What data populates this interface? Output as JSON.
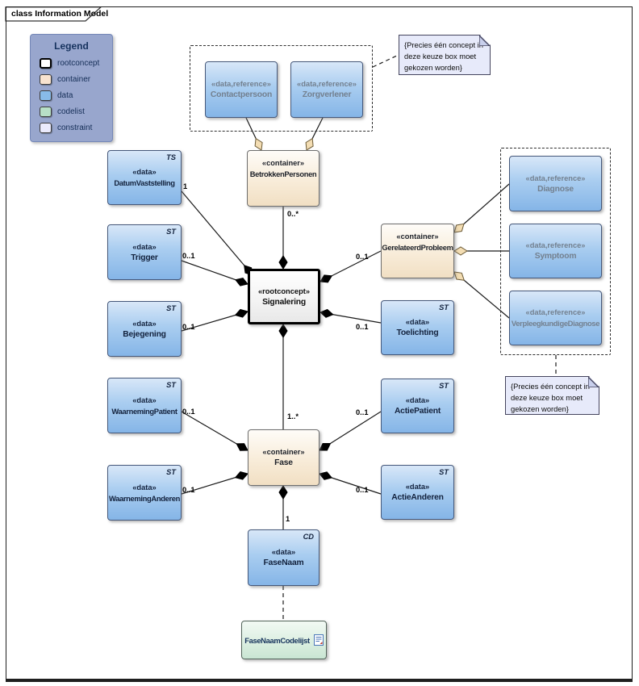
{
  "frame": {
    "title": "class Information Model"
  },
  "legend": {
    "title": "Legend",
    "items": [
      {
        "label": "rootconcept",
        "color": "#ffffff"
      },
      {
        "label": "container",
        "color": "#f8e3cf"
      },
      {
        "label": "data",
        "color": "#88bbe9"
      },
      {
        "label": "codelist",
        "color": "#b7dfc6"
      },
      {
        "label": "constraint",
        "color": "#eaeafc"
      }
    ]
  },
  "nodes": {
    "contactpersoon": {
      "stereotype": "«data,reference»",
      "name": "Contactpersoon"
    },
    "zorgverlener": {
      "stereotype": "«data,reference»",
      "name": "Zorgverlener"
    },
    "betrokkenPersonen": {
      "stereotype": "«container»",
      "name": "BetrokkenPersonen"
    },
    "datumVaststelling": {
      "stereotype": "«data»",
      "name": "DatumVaststelling",
      "tag": "TS"
    },
    "trigger": {
      "stereotype": "«data»",
      "name": "Trigger",
      "tag": "ST"
    },
    "bejegening": {
      "stereotype": "«data»",
      "name": "Bejegening",
      "tag": "ST"
    },
    "signalering": {
      "stereotype": "«rootconcept»",
      "name": "Signalering"
    },
    "gerelateerdProbleem": {
      "stereotype": "«container»",
      "name": "GerelateerdProbleem"
    },
    "diagnose": {
      "stereotype": "«data,reference»",
      "name": "Diagnose"
    },
    "symptoom": {
      "stereotype": "«data,reference»",
      "name": "Symptoom"
    },
    "verpleegkundigeDiagnose": {
      "stereotype": "«data,reference»",
      "name": "VerpleegkundigeDiagnose"
    },
    "toelichting": {
      "stereotype": "«data»",
      "name": "Toelichting",
      "tag": "ST"
    },
    "waarnemingPatient": {
      "stereotype": "«data»",
      "name": "WaarnemingPatient",
      "tag": "ST"
    },
    "waarnemingAnderen": {
      "stereotype": "«data»",
      "name": "WaarnemingAnderen",
      "tag": "ST"
    },
    "actiePatient": {
      "stereotype": "«data»",
      "name": "ActiePatient",
      "tag": "ST"
    },
    "actieAnderen": {
      "stereotype": "«data»",
      "name": "ActieAnderen",
      "tag": "ST"
    },
    "fase": {
      "stereotype": "«container»",
      "name": "Fase"
    },
    "faseNaam": {
      "stereotype": "«data»",
      "name": "FaseNaam",
      "tag": "CD"
    },
    "faseNaamCodelijst": {
      "name": "FaseNaamCodelijst"
    }
  },
  "notes": {
    "top": "{Precies één concept in deze keuze box moet gekozen worden}",
    "bottom": "{Precies één concept in deze keuze box moet gekozen worden}"
  },
  "multiplicities": {
    "datumVaststelling": "1",
    "betrokkenPersonen": "0..*",
    "trigger": "0..1",
    "bejegening": "0..1",
    "gerelateerdProbleem": "0..1",
    "toelichting": "0..1",
    "fase": "1..*",
    "waarnemingPatient": "0..1",
    "waarnemingAnderen": "0..1",
    "actiePatient": "0..1",
    "actieAnderen": "0..1",
    "faseNaam": "1"
  },
  "colors": {
    "data_fill": "#85b5e7",
    "container_fill": "#f1dfc3",
    "rootconcept_fill": "#ffffff",
    "codelist_fill": "#c9e5d3",
    "constraint_fill": "#e7eafa",
    "legend_bg": "#98a6cd",
    "line": "#1a1a1a"
  }
}
